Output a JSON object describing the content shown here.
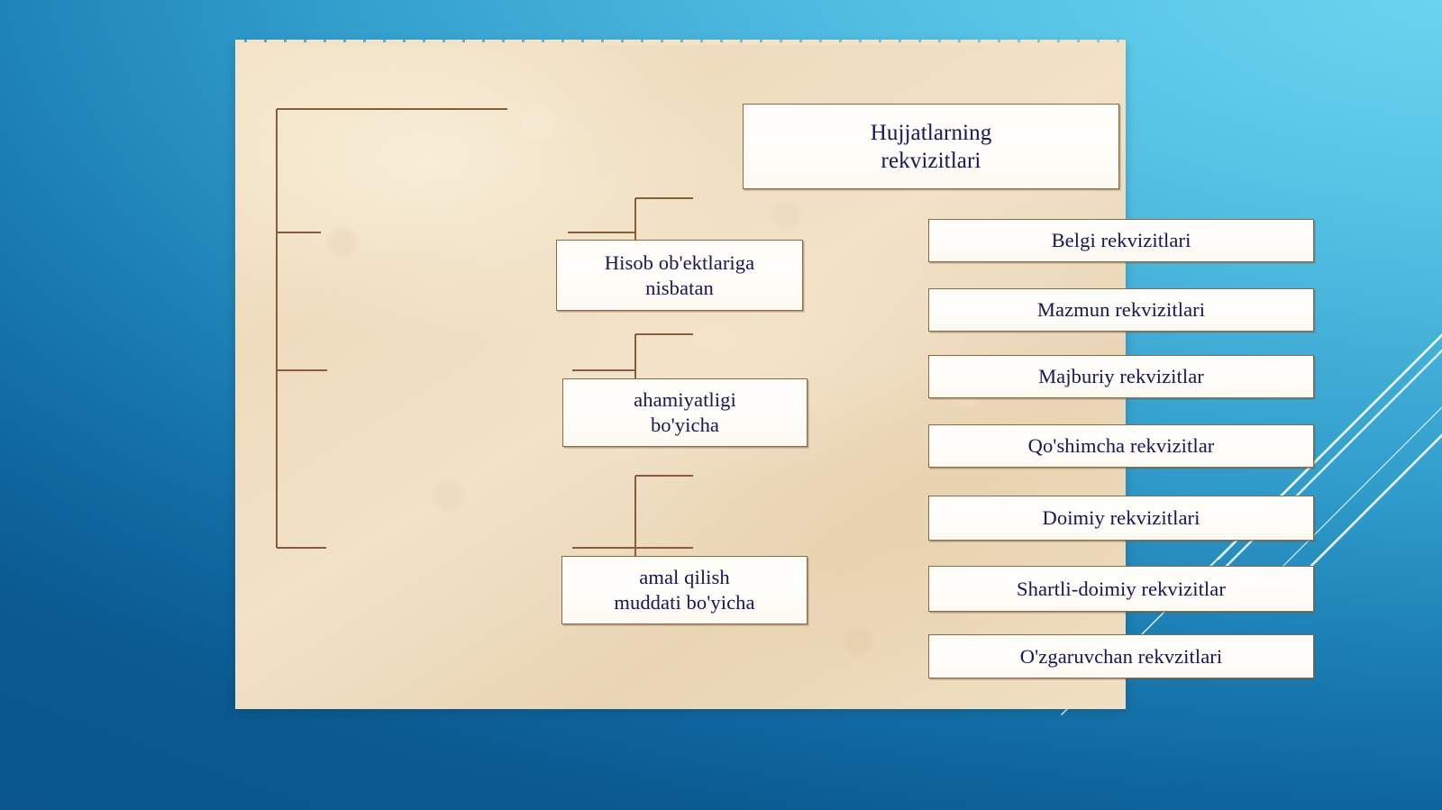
{
  "slide": {
    "background": {
      "top_left_color": "#4cb0d8",
      "top_right_color": "#5fcdea",
      "bottom_color": "#0f649b",
      "streak_color": "#e9f7fd"
    },
    "panel": {
      "name": "parchment-panel",
      "fill_color": "#f0dfc2"
    }
  },
  "diagram": {
    "type": "tree",
    "orientation": "left-to-right",
    "line_color": "#8a5c3c",
    "box_border_color": "#8a6a4a",
    "box_fill_color": "#fffdf8",
    "text_color": "#1b1b52",
    "root": {
      "id": "root",
      "label": "Hujjatlarning\nrekvizitlari"
    },
    "categories": [
      {
        "id": "cat-0",
        "label": "Hisob ob'ektlariga\nnisbatan",
        "children": [
          {
            "id": "leaf-0-0",
            "label": "Belgi rekvizitlari"
          },
          {
            "id": "leaf-0-1",
            "label": "Mazmun rekvizitlari"
          }
        ]
      },
      {
        "id": "cat-1",
        "label": "ahamiyatligi\nbo'yicha",
        "children": [
          {
            "id": "leaf-1-0",
            "label": "Majburiy rekvizitlar"
          },
          {
            "id": "leaf-1-1",
            "label": "Qo'shimcha rekvizitlar"
          }
        ]
      },
      {
        "id": "cat-2",
        "label": "amal qilish\nmuddati bo'yicha",
        "children": [
          {
            "id": "leaf-2-0",
            "label": "Doimiy rekvizitlari"
          },
          {
            "id": "leaf-2-1",
            "label": "Shartli-doimiy rekvizitlar"
          },
          {
            "id": "leaf-2-2",
            "label": "O'zgaruvchan rekvzitlari"
          }
        ]
      }
    ]
  }
}
